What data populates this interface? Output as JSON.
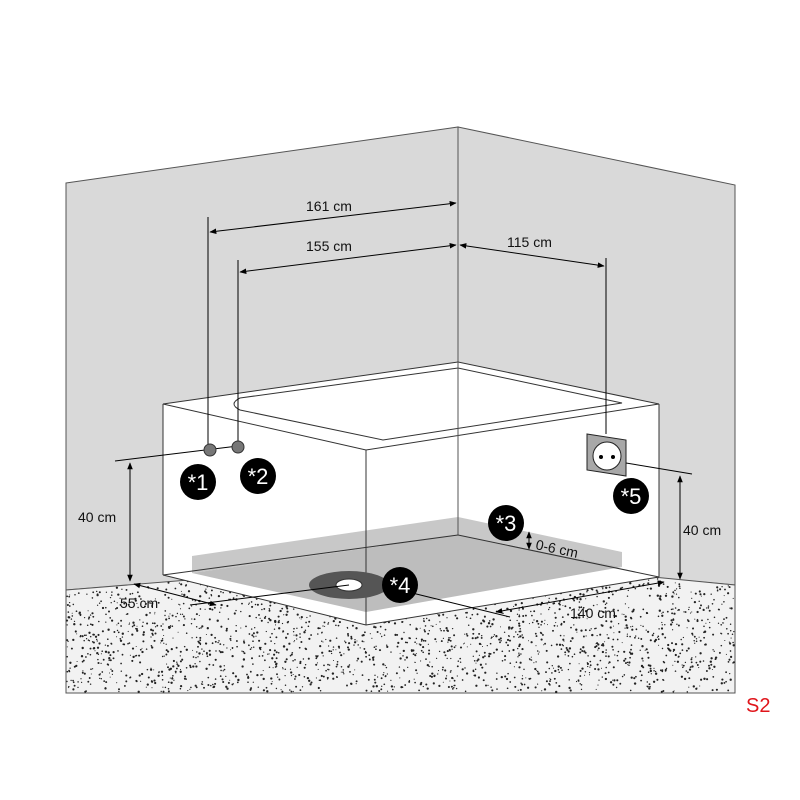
{
  "dimensions": {
    "d161": "161 cm",
    "d155": "155 cm",
    "d115": "115 cm",
    "left_height": "40 cm",
    "right_height": "40 cm",
    "d55": "55 cm",
    "d140": "140 cm",
    "tray_offset": "0-6 cm"
  },
  "markers": [
    "*1",
    "*2",
    "*3",
    "*4",
    "*5"
  ],
  "page_label": "S2",
  "colors": {
    "wall": "#d9d9d9",
    "tray": "#c4c4c4",
    "drain": "#555555",
    "label_red": "#e0151b"
  }
}
